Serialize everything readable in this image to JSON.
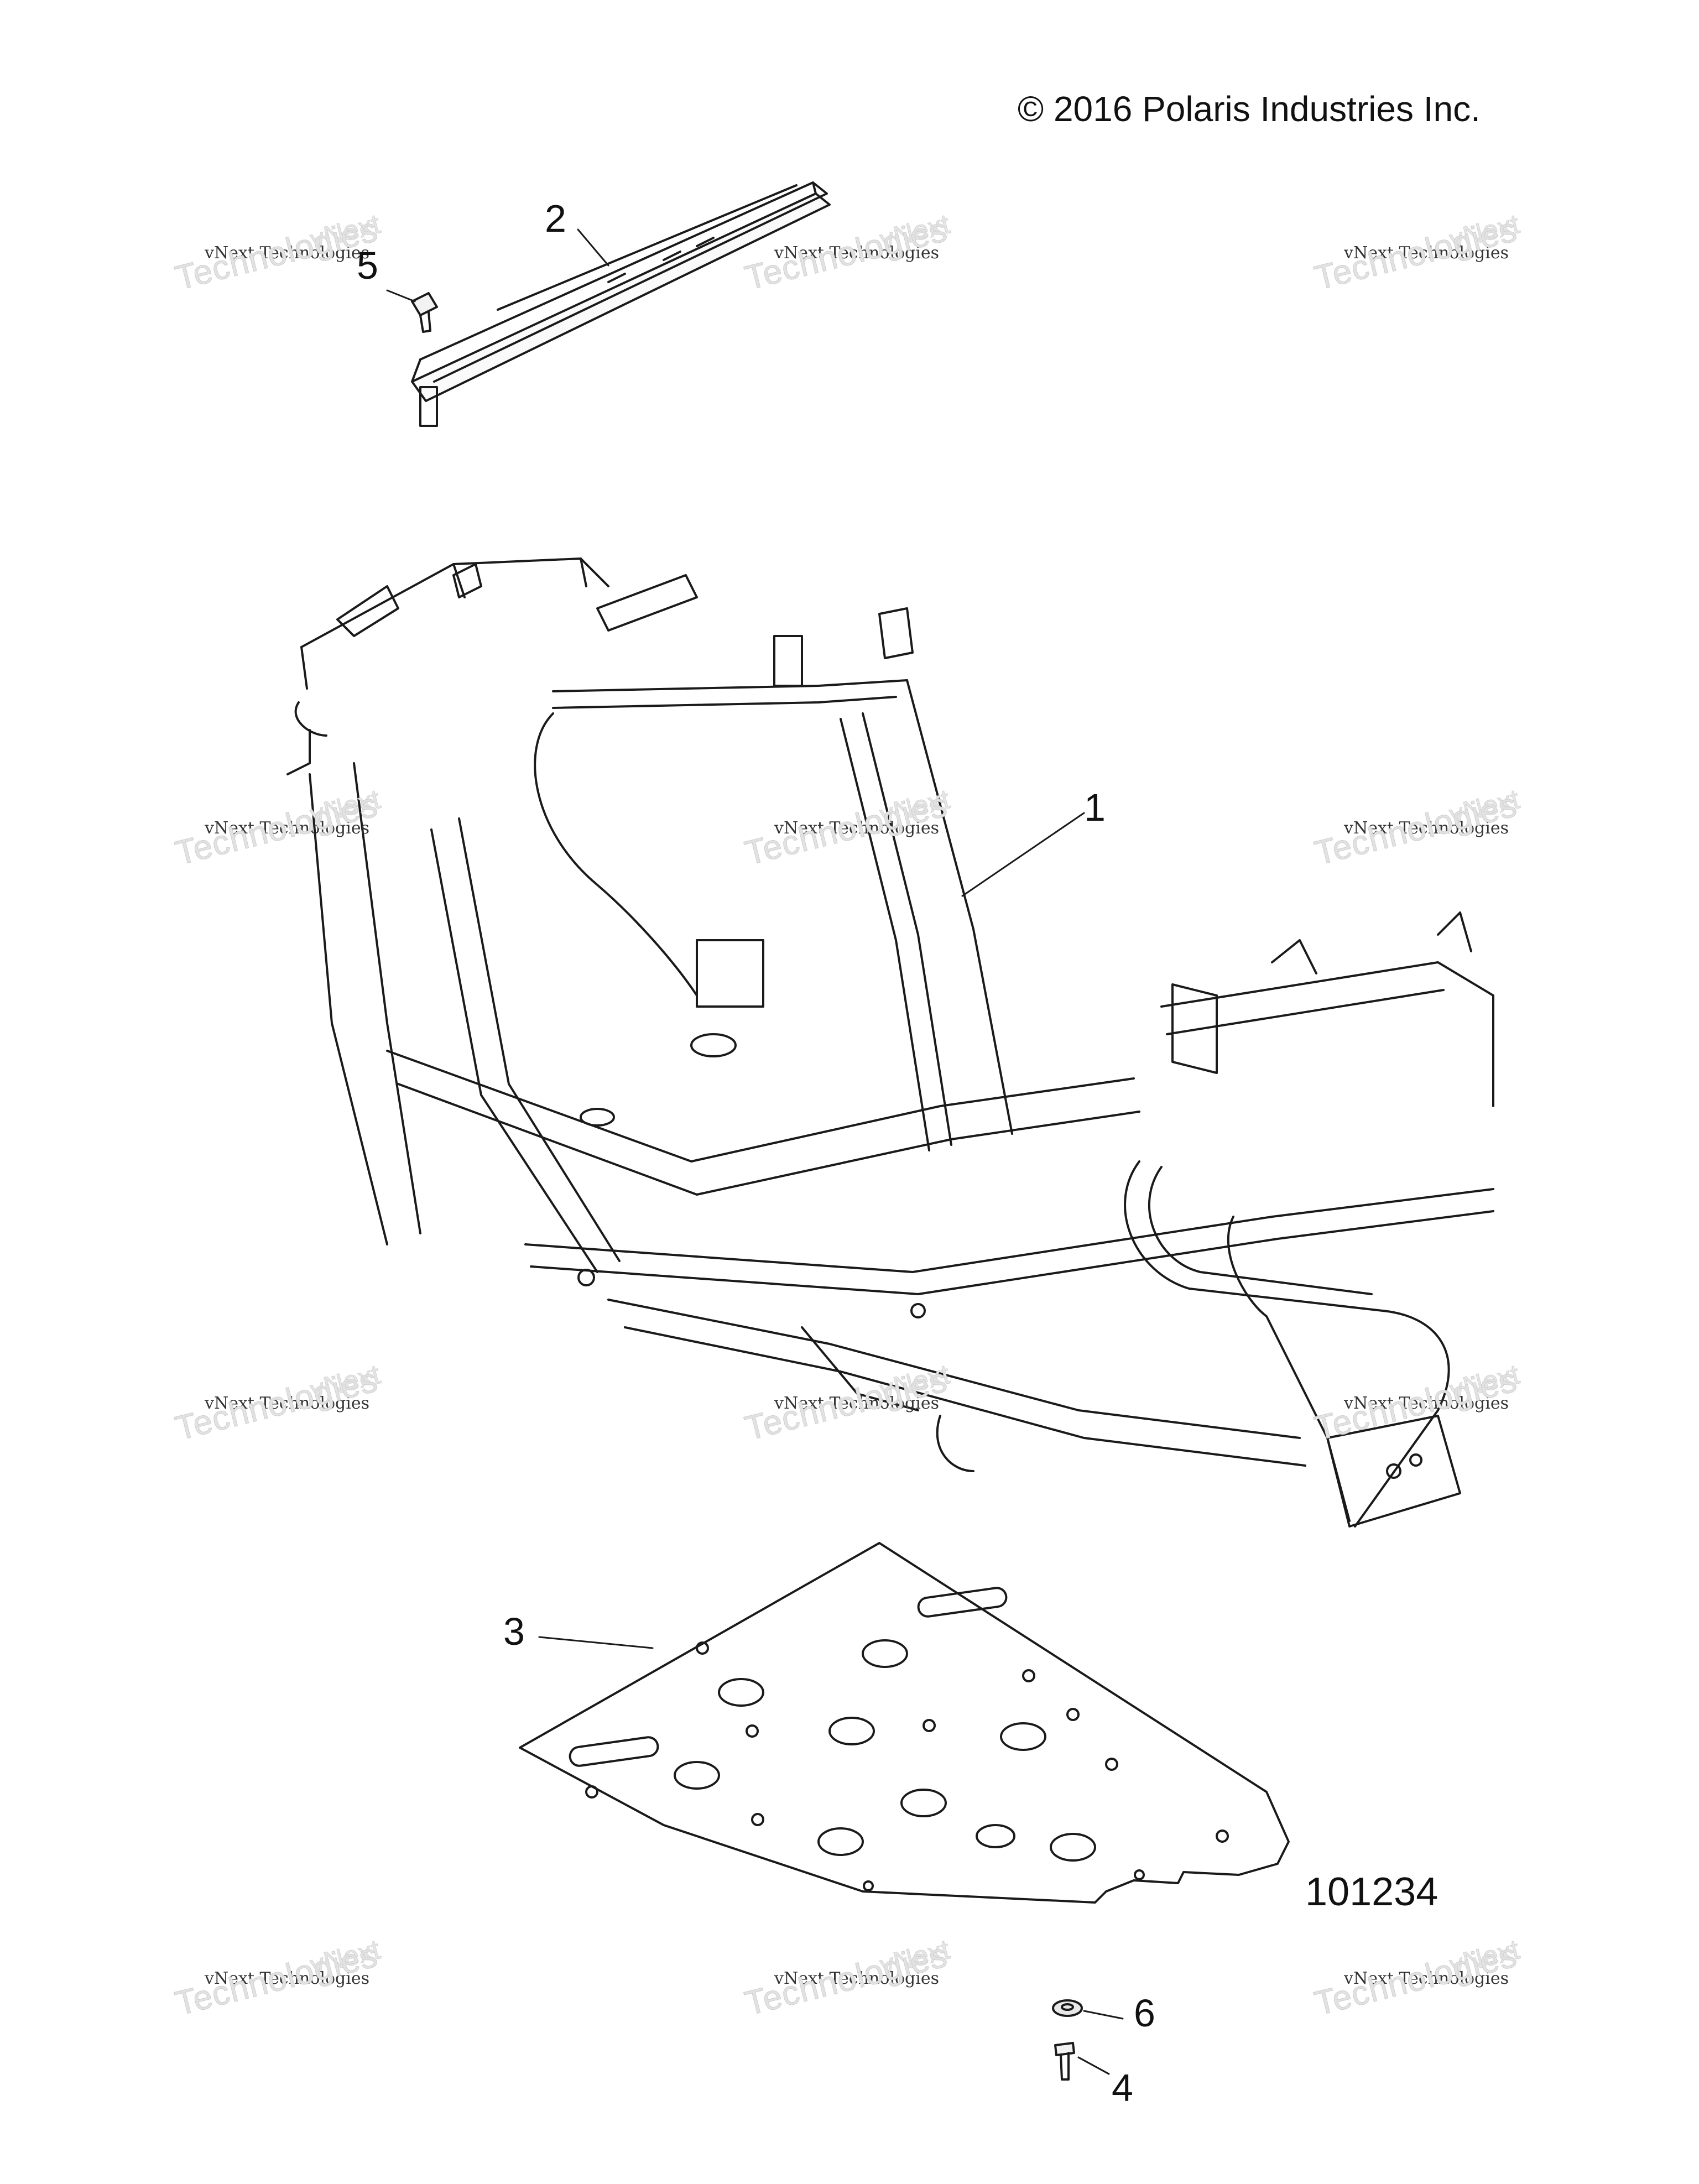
{
  "copyright": "© 2016 Polaris Industries Inc.",
  "figure_number": "101234",
  "callouts": [
    {
      "id": "1",
      "label": "1"
    },
    {
      "id": "2",
      "label": "2"
    },
    {
      "id": "3",
      "label": "3"
    },
    {
      "id": "4",
      "label": "4"
    },
    {
      "id": "5",
      "label": "5"
    },
    {
      "id": "6",
      "label": "6"
    }
  ],
  "watermark": {
    "line1": "vNext Technologies",
    "line2": "Technologies",
    "line0": "vNext"
  },
  "colors": {
    "line": "#1a1a1a",
    "watermark": "#e2e2e2"
  }
}
